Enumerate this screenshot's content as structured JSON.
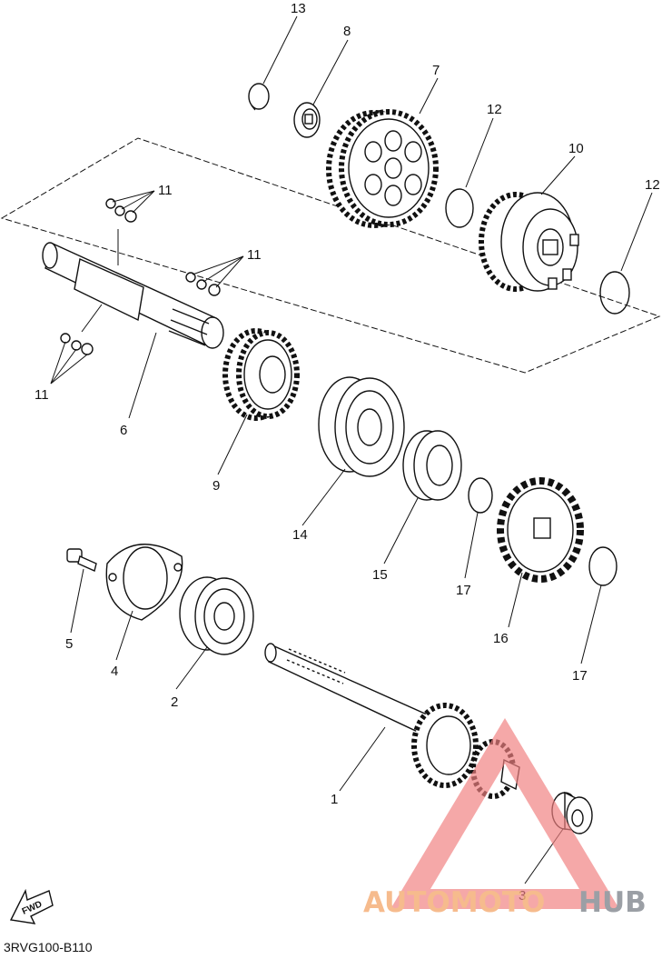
{
  "callouts": [
    {
      "id": "1",
      "label": "1"
    },
    {
      "id": "2",
      "label": "2"
    },
    {
      "id": "3",
      "label": "3"
    },
    {
      "id": "4",
      "label": "4"
    },
    {
      "id": "5",
      "label": "5"
    },
    {
      "id": "6",
      "label": "6"
    },
    {
      "id": "7",
      "label": "7"
    },
    {
      "id": "8",
      "label": "8"
    },
    {
      "id": "9",
      "label": "9"
    },
    {
      "id": "10",
      "label": "10"
    },
    {
      "id": "11",
      "label": "11"
    },
    {
      "id": "12",
      "label": "12"
    },
    {
      "id": "13",
      "label": "13"
    },
    {
      "id": "14",
      "label": "14"
    },
    {
      "id": "15",
      "label": "15"
    },
    {
      "id": "16",
      "label": "16"
    },
    {
      "id": "17",
      "label": "17"
    }
  ],
  "diagram_code": "3RVG100-B110",
  "fwd_label": "FWD",
  "watermark": {
    "part1": "AUTOMOTO",
    "part2": "HUB",
    "color1": "#f5b07a",
    "color2": "#8a8f96",
    "triangle_color": "#f08080"
  }
}
